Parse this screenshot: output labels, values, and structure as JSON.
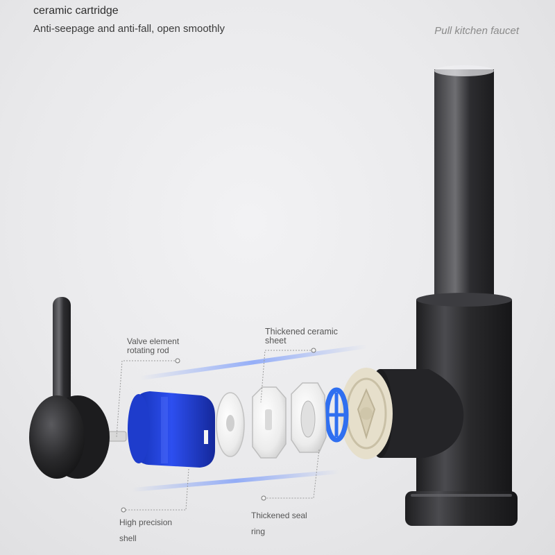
{
  "header": {
    "heading": "ceramic cartridge",
    "subheading": "Anti-seepage and anti-fall, open smoothly"
  },
  "product_label": "Pull kitchen faucet",
  "callouts": {
    "rotating_rod": "Valve element rotating rod",
    "ceramic_sheet": "Thickened ceramic sheet",
    "shell_line1": "High precision",
    "shell_line2": "shell",
    "seal_line1": "Thickened seal",
    "seal_line2": "ring"
  },
  "colors": {
    "faucet_body": "#2a2a2c",
    "cartridge_blue": "#1f3fd0",
    "seal_blue": "#2f6ff0",
    "ceramic_white": "#f1f1f1",
    "cream_base": "#e9e2cf"
  }
}
